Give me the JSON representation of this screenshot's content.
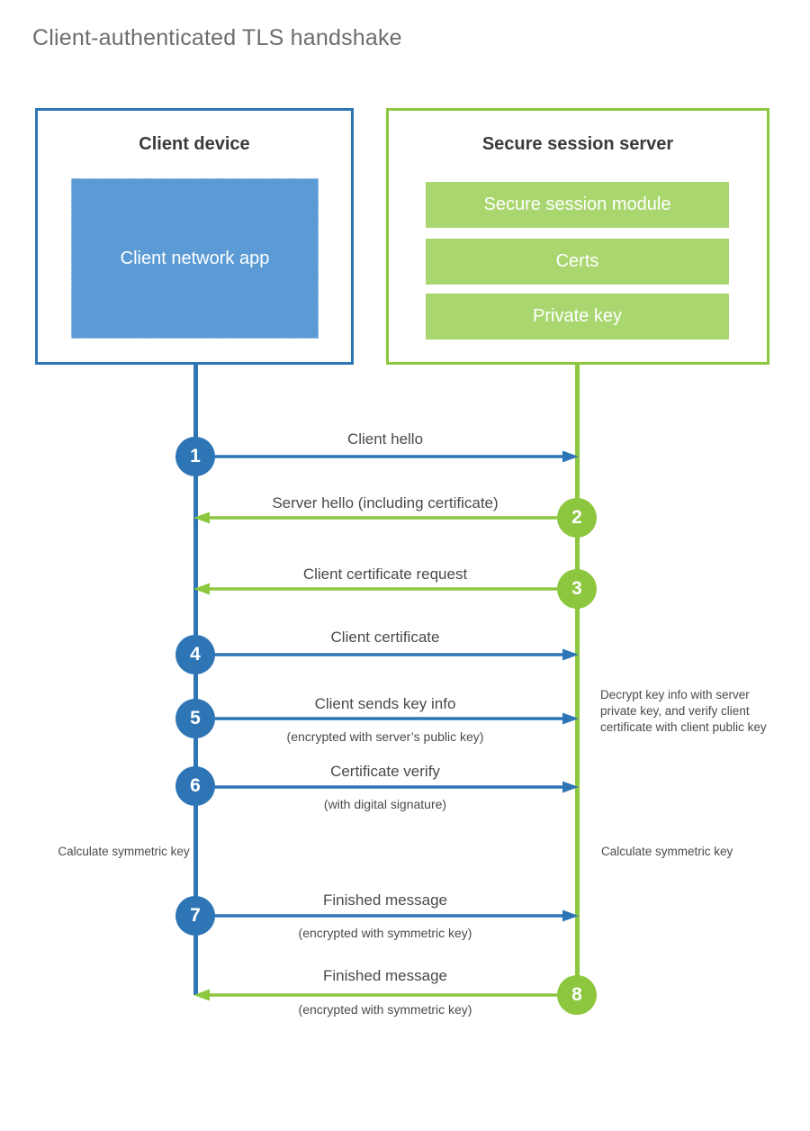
{
  "page": {
    "title": "Client-authenticated TLS handshake"
  },
  "colors": {
    "client_accent": "#2E75B6",
    "client_app_fill": "#5B9BD5",
    "server_accent": "#8DC63F",
    "server_bar_fill": "#A9D66F",
    "text": "#4a4a4a",
    "title_text": "#6d6d6d",
    "background": "#ffffff"
  },
  "client": {
    "title": "Client device",
    "app_label": "Client network app"
  },
  "server": {
    "title": "Secure session server",
    "components": [
      {
        "label": "Secure session module"
      },
      {
        "label": "Certs"
      },
      {
        "label": "Private key"
      }
    ]
  },
  "steps": [
    {
      "number": "1",
      "label": "Client hello",
      "sublabel": "",
      "direction": "client-to-server",
      "origin": "client",
      "color": "#2E75B6"
    },
    {
      "number": "2",
      "label": "Server hello (including certificate)",
      "sublabel": "",
      "direction": "server-to-client",
      "origin": "server",
      "color": "#8DC63F"
    },
    {
      "number": "3",
      "label": "Client certificate request",
      "sublabel": "",
      "direction": "server-to-client",
      "origin": "server",
      "color": "#8DC63F"
    },
    {
      "number": "4",
      "label": "Client certificate",
      "sublabel": "",
      "direction": "client-to-server",
      "origin": "client",
      "color": "#2E75B6"
    },
    {
      "number": "5",
      "label": "Client sends key info",
      "sublabel": "(encrypted with server’s public key)",
      "direction": "client-to-server",
      "origin": "client",
      "color": "#2E75B6"
    },
    {
      "number": "6",
      "label": "Certificate verify",
      "sublabel": "(with digital signature)",
      "direction": "client-to-server",
      "origin": "client",
      "color": "#2E75B6"
    },
    {
      "number": "7",
      "label": "Finished message",
      "sublabel": "(encrypted with symmetric key)",
      "direction": "client-to-server",
      "origin": "client",
      "color": "#2E75B6"
    },
    {
      "number": "8",
      "label": "Finished message",
      "sublabel": "(encrypted with symmetric key)",
      "direction": "server-to-client",
      "origin": "server",
      "color": "#8DC63F"
    }
  ],
  "notes": {
    "decrypt": "Decrypt key info with server private key, and verify client certificate with client public key",
    "calculate_client": "Calculate symmetric key",
    "calculate_server": "Calculate symmetric key"
  }
}
